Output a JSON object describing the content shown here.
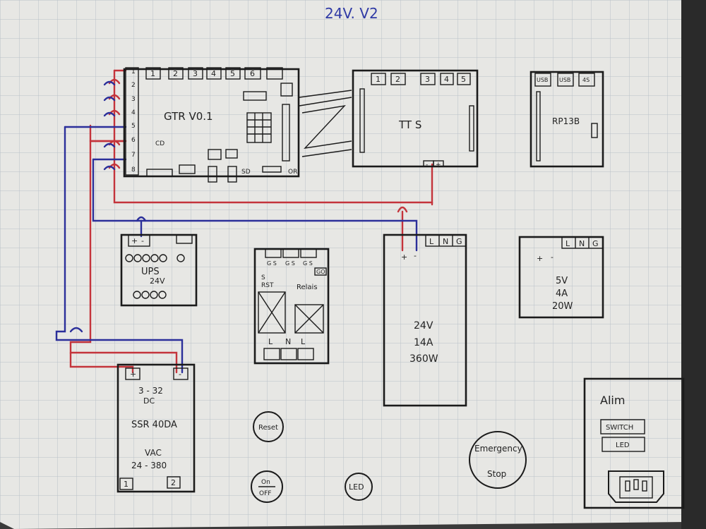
{
  "title": "24V. V2",
  "colors": {
    "paper": "#e9e9e6",
    "grid": "#b9c0c9",
    "ink": "#1b1b1b",
    "red_wire": "#c4343b",
    "blue_wire": "#2b2f9a",
    "title_ink": "#2f3aa5"
  },
  "terminal_strip": {
    "numbers": [
      "1",
      "2",
      "3",
      "4",
      "5",
      "6",
      "7",
      "8"
    ]
  },
  "gtr": {
    "label": "GTR V0.1",
    "connectors": [
      "1",
      "2",
      "3",
      "4",
      "5",
      "6"
    ],
    "small_labels": {
      "cd": "CD",
      "sd": "SD",
      "or": "OR"
    }
  },
  "tmc": {
    "label": "TT S",
    "connectors": [
      "1",
      "2",
      "3",
      "4",
      "5"
    ],
    "terminal_labels": [
      "-",
      "+"
    ]
  },
  "rpi": {
    "label": "RP13B",
    "ports": [
      "USB",
      "USB",
      "4S"
    ]
  },
  "ups": {
    "terminals": [
      "+",
      "-"
    ],
    "label": "UPS",
    "voltage": "24V"
  },
  "relais": {
    "label": "Relais",
    "top_labels": [
      "G S",
      "G S",
      "G S"
    ],
    "side_labels": [
      "S",
      "RST"
    ],
    "corner": "GO",
    "bottom_labels": [
      "L",
      "N",
      "L"
    ]
  },
  "psu24": {
    "terminals": [
      "+",
      "-",
      "L",
      "N",
      "G"
    ],
    "voltage": "24V",
    "current": "14A",
    "power": "360W"
  },
  "psu5": {
    "terminals": [
      "+",
      "-",
      "L",
      "N",
      "G"
    ],
    "voltage": "5V",
    "current": "4A",
    "power": "20W"
  },
  "ssr": {
    "terminals_top": [
      "+",
      "-"
    ],
    "dc": "3 - 32",
    "dc_unit": "DC",
    "model": "SSR 40DA",
    "vac": "VAC",
    "vac_range": "24 - 380",
    "terminals_bottom": [
      "1",
      "2"
    ]
  },
  "buttons": {
    "reset": "Reset",
    "onoff_on": "On",
    "onoff_off": "OFF",
    "led": "LED",
    "estop_1": "Emergency",
    "estop_2": "Stop"
  },
  "alim": {
    "title": "Alim",
    "switch": "SWITCH",
    "led": "LED"
  }
}
